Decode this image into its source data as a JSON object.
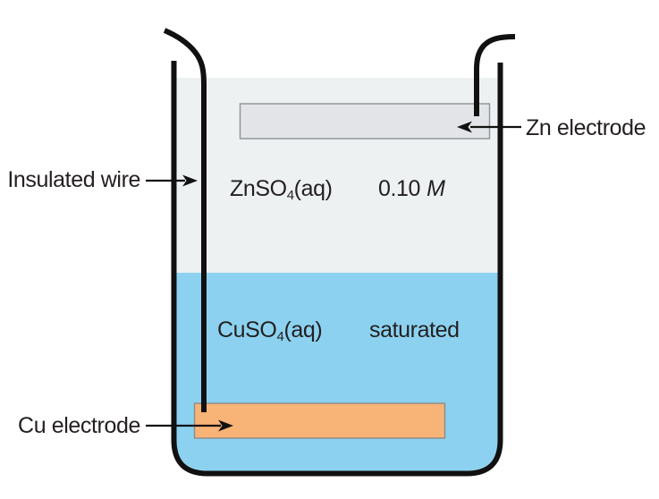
{
  "diagram": {
    "labels": {
      "insulated_wire": "Insulated wire",
      "zn_electrode": "Zn electrode",
      "cu_electrode": "Cu electrode"
    },
    "zinc_solution": {
      "formula_prefix": "ZnSO",
      "formula_sub": "4",
      "formula_suffix": "(aq)",
      "concentration": "0.10",
      "unit": "M"
    },
    "copper_solution": {
      "formula_prefix": "CuSO",
      "formula_sub": "4",
      "formula_suffix": "(aq)",
      "concentration": "saturated"
    },
    "colors": {
      "zinc_solution_fill": "#EDF1F2",
      "copper_solution_fill": "#8CD2F0",
      "zn_electrode_fill": "#E2E4E7",
      "zn_electrode_border": "#8F9296",
      "cu_electrode_fill": "#F8B377",
      "cu_electrode_border": "#8A8A8A",
      "outline": "#111111",
      "text": "#231F20"
    }
  }
}
